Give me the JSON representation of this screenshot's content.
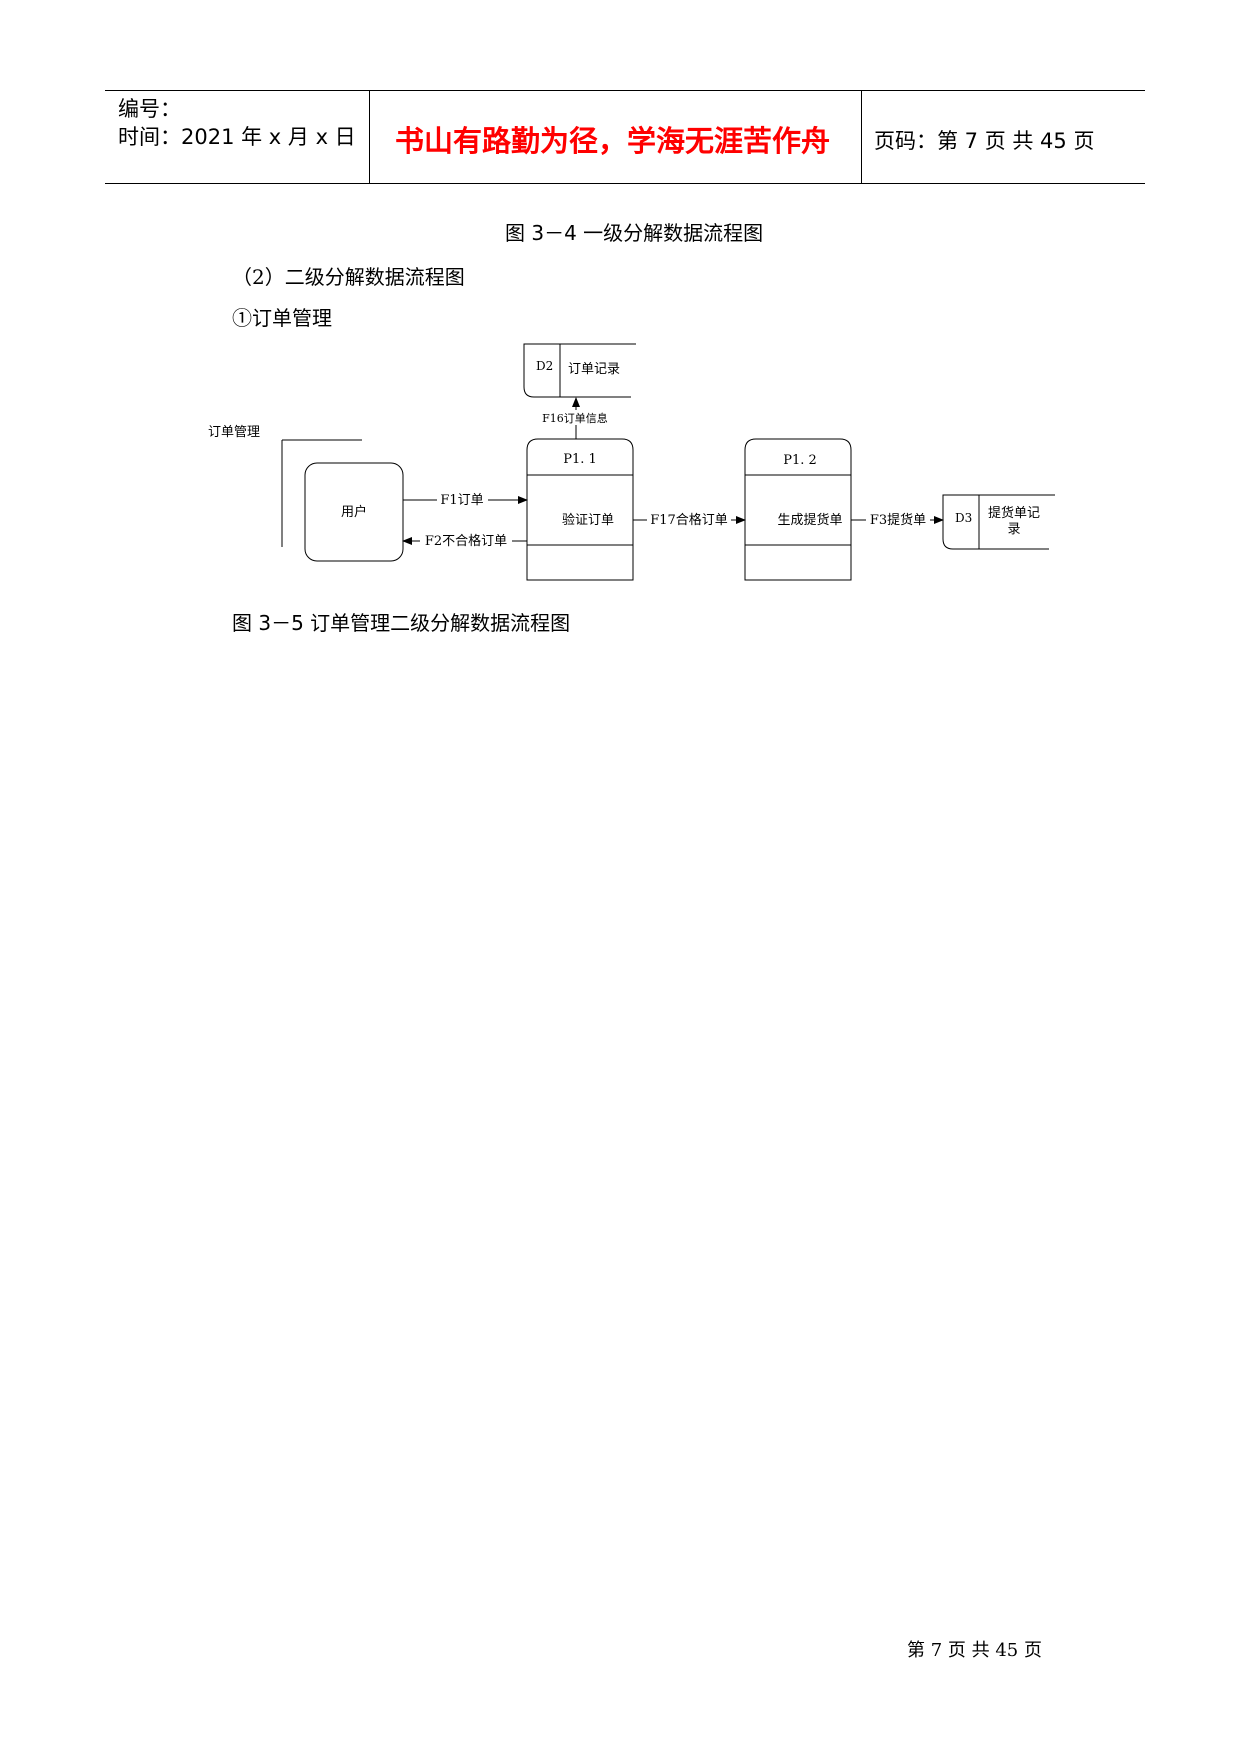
{
  "header": {
    "number_label": "编号：",
    "time_label": "时间：2021 年 x 月 x 日",
    "motto": "书山有路勤为径，学海无涯苦作舟",
    "page_label": "页码：第 7 页  共 45 页"
  },
  "caption_prev": "图 3－4    一级分解数据流程图",
  "section_heading": "（2）二级分解数据流程图",
  "subsection_heading": "①订单管理",
  "diagram": {
    "boundary_label": "订单管理",
    "entity": "用户",
    "store_d2": {
      "id": "D2",
      "name": "订单记录"
    },
    "store_d3": {
      "id": "D3",
      "name_line1": "提货单记",
      "name_line2": "录"
    },
    "process1": {
      "id": "P1. 1",
      "name": "验证订单"
    },
    "process2": {
      "id": "P1. 2",
      "name": "生成提货单"
    },
    "flows": {
      "f1": "F1订单",
      "f2": "F2不合格订单",
      "f16": "F16订单信息",
      "f17": "F17合格订单",
      "f3": "F3提货单"
    }
  },
  "caption_fig": "图 3－5  订单管理二级分解数据流程图",
  "footer": "第 7 页 共 45 页"
}
